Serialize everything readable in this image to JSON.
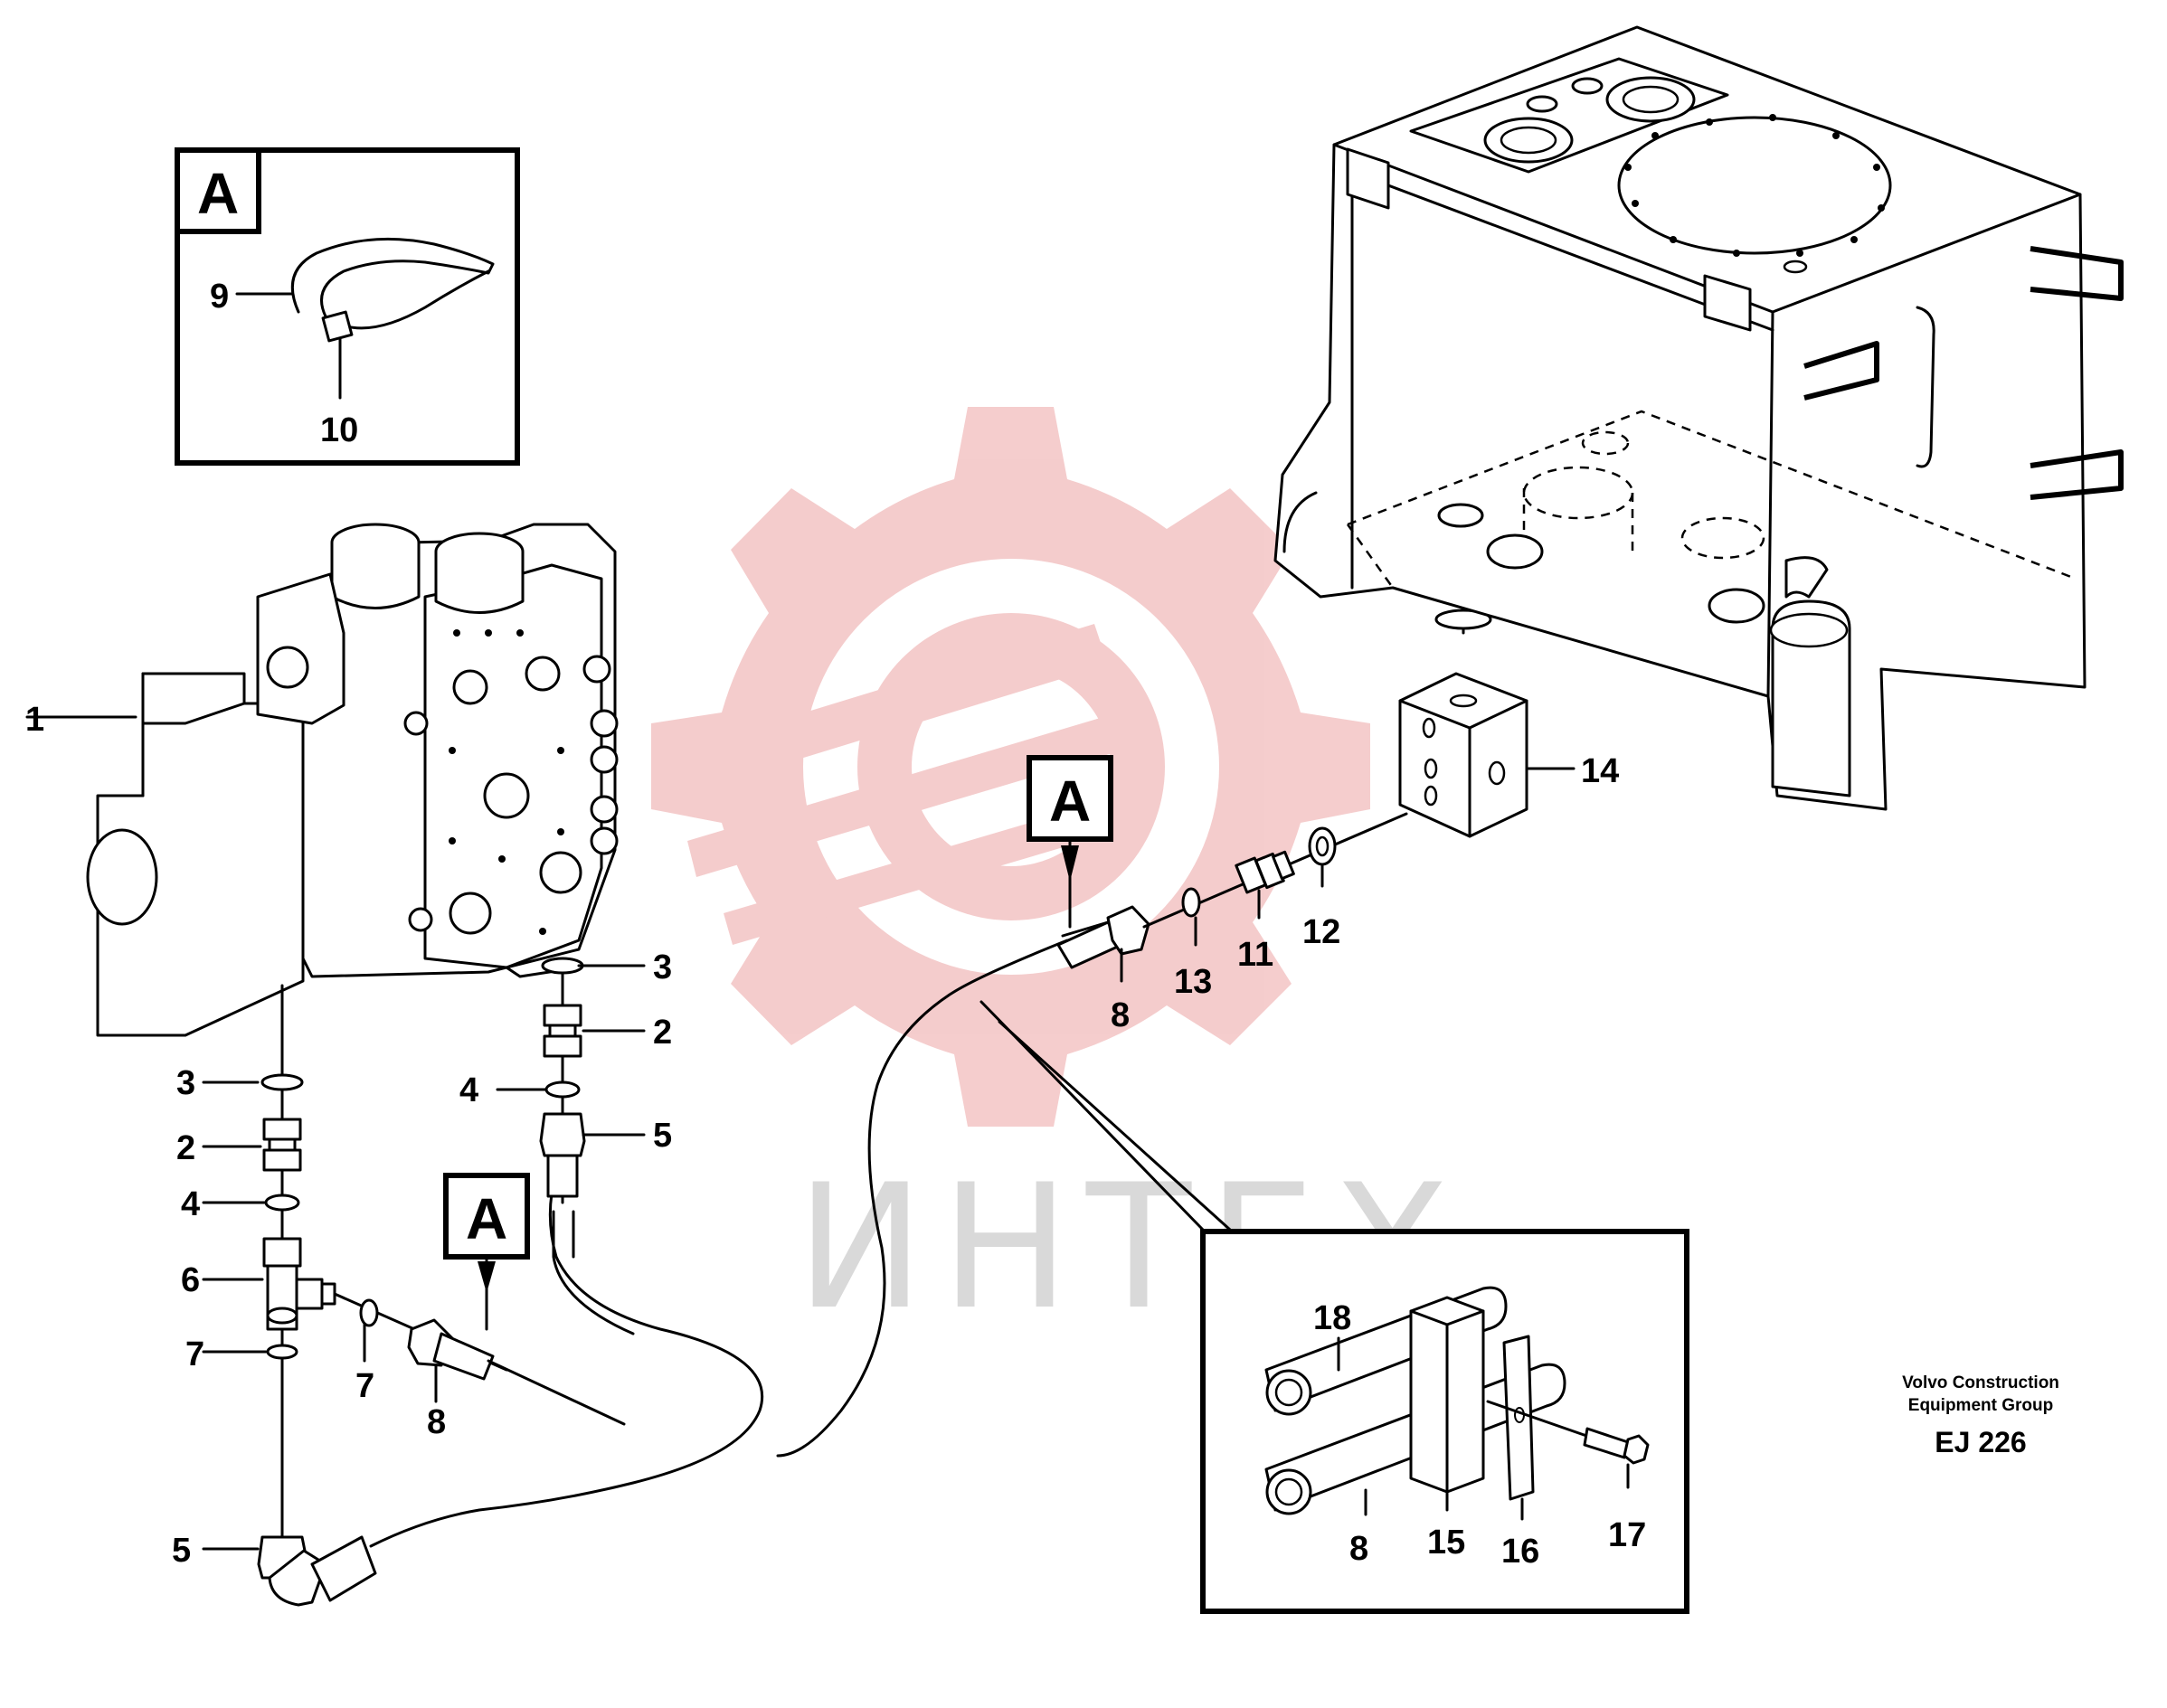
{
  "watermark": {
    "text": "ИНТЕХ",
    "logo": "gear-wrench-logo",
    "color": "#f3c4c4"
  },
  "detail_a": {
    "badge": "A",
    "callouts": [
      "9",
      "10"
    ]
  },
  "section_badge": "A",
  "callouts": {
    "main_valve": "1",
    "seal_right": "3",
    "nipple_right": "2",
    "oring_right": "4",
    "nut_right": "5",
    "seal_left": "3",
    "nipple_left": "2",
    "oring_left_a": "4",
    "tee": "6",
    "oring_left_b": "7",
    "oring_branch": "7",
    "hose_branch": "8",
    "elbow": "5",
    "hose_upper": "8",
    "oring_13": "13",
    "adapter": "11",
    "seal_12": "12",
    "block": "14"
  },
  "detail_clamp": {
    "callouts": [
      "18",
      "8",
      "15",
      "16",
      "17"
    ]
  },
  "footer": {
    "company_line1": "Volvo Construction",
    "company_line2": "Equipment Group",
    "drawing_no": "EJ 226"
  }
}
